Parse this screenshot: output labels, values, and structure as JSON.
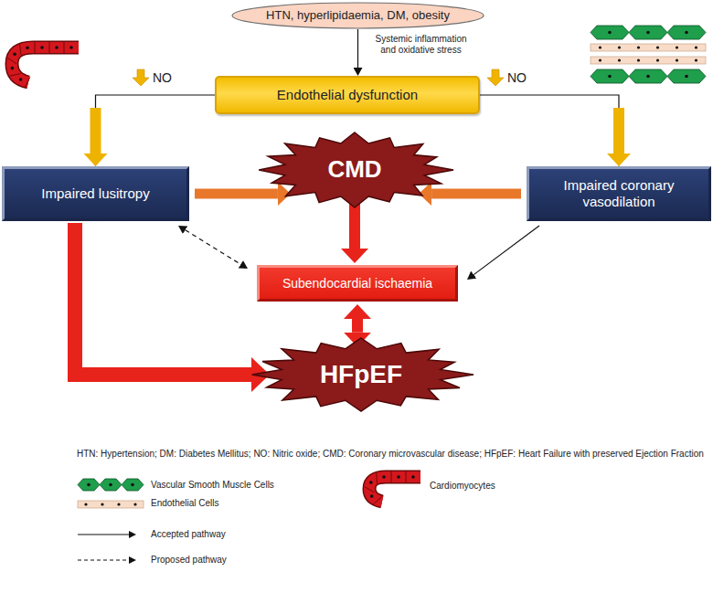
{
  "diagram": {
    "nodes": [
      {
        "text": [
          "HTN, hyperlipidaemia, DM, obesity"
        ]
      },
      {
        "text": [
          "Endothelial dysfunction"
        ]
      },
      {
        "text": [
          "Impaired lusitropy"
        ]
      },
      {
        "text": [
          "CMD"
        ]
      },
      {
        "text": [
          "Impaired coronary vasodilation"
        ]
      },
      {
        "text": [
          "Subendocardial ischaemia"
        ]
      },
      {
        "text": [
          "HFpEF"
        ]
      }
    ],
    "edges": [
      {
        "from": 0,
        "to": 1,
        "arrow": "to",
        "label": "Systemic inflammation and oxidative stress"
      },
      {
        "from": 1,
        "to": 2,
        "arrow": "to"
      },
      {
        "from": 1,
        "to": 4,
        "arrow": "to"
      },
      {
        "from": 2,
        "to": 3,
        "arrow": "to"
      },
      {
        "from": 4,
        "to": 3,
        "arrow": "to"
      },
      {
        "from": 3,
        "to": 5,
        "arrow": "to"
      },
      {
        "from": 2,
        "to": 5,
        "arrow": "both"
      },
      {
        "from": 4,
        "to": 5,
        "arrow": "to"
      },
      {
        "from": 5,
        "to": 6,
        "arrow": "both"
      },
      {
        "from": 2,
        "to": 6,
        "arrow": "to"
      }
    ],
    "labels": [
      "NO",
      "NO",
      "HTN: Hypertension; DM: Diabetes Mellitus; NO: Nitric oxide; CMD: Coronary microvascular disease; HFpEF: Heart Failure with preserved Ejection Fraction"
    ],
    "legend": [
      {
        "text": "Vascular Smooth Muscle Cells"
      },
      {
        "text": "Endothelial Cells"
      },
      {
        "text": "Cardiomyocytes"
      },
      {
        "text": "Accepted pathway"
      },
      {
        "text": "Proposed pathway"
      }
    ]
  }
}
